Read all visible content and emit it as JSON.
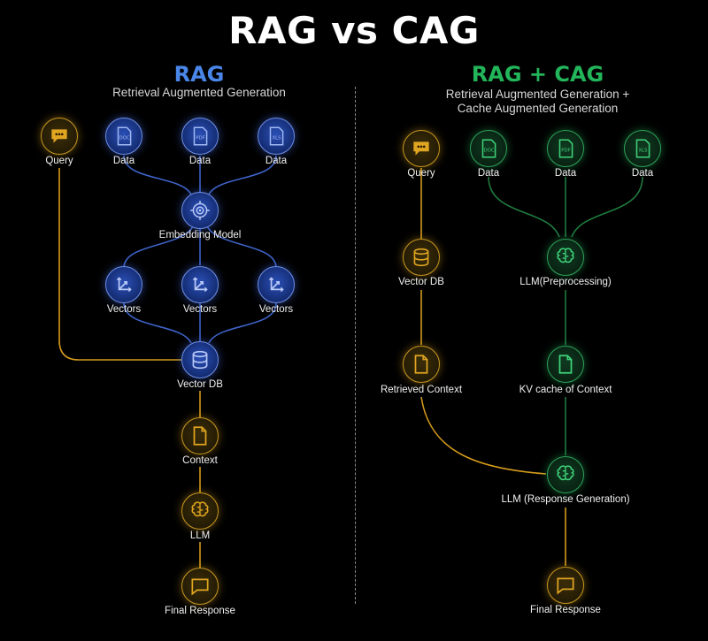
{
  "title": "RAG vs CAG",
  "colors": {
    "rag": "#4a86e8",
    "cag": "#22b55a",
    "blue_line": "#3e63c8",
    "yellow_line": "#d49a1c",
    "green_line": "#1f7a3f"
  },
  "rag": {
    "heading": "RAG",
    "subtitle": "Retrieval Augmented Generation",
    "query": "Query",
    "data_labels": [
      "Data",
      "Data",
      "Data"
    ],
    "file_types": [
      "DOC",
      "PDF",
      "XLS"
    ],
    "embedding": "Embedding Model",
    "vectors": [
      "Vectors",
      "Vectors",
      "Vectors"
    ],
    "vector_db": "Vector DB",
    "context": "Context",
    "llm": "LLM",
    "final": "Final Response"
  },
  "cag": {
    "heading": "RAG + CAG",
    "subtitle_line1": "Retrieval Augmented Generation +",
    "subtitle_line2": "Cache Augmented Generation",
    "query": "Query",
    "data_labels": [
      "Data",
      "Data",
      "Data"
    ],
    "file_types": [
      "DOC",
      "PDF",
      "XLS"
    ],
    "vector_db": "Vector DB",
    "llm_pre": "LLM(Preprocessing)",
    "retrieved": "Retrieved Context",
    "kv_cache": "KV cache of Context",
    "llm_resp": "LLM (Response Generation)",
    "final": "Final Response"
  },
  "icons": {
    "query": "chat-bubble-icon",
    "data": "document-icon",
    "embedding": "embedding-chip-icon",
    "vectors": "vector-axes-icon",
    "vector_db": "database-icon",
    "context": "file-icon",
    "llm": "brain-icon",
    "final": "message-icon"
  }
}
